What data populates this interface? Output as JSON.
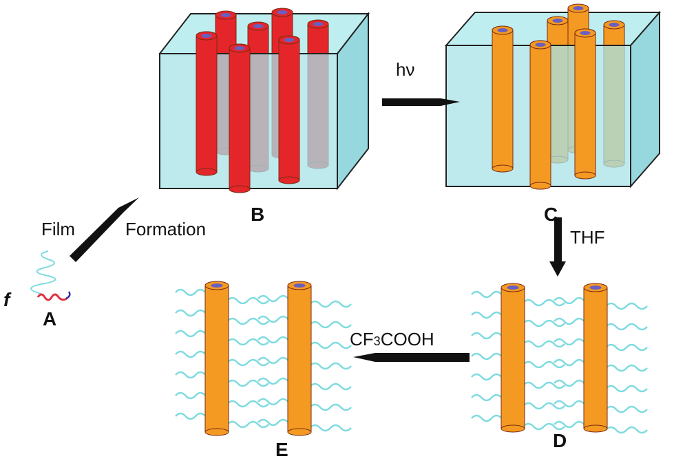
{
  "labels": {
    "A": "A",
    "B": "B",
    "C": "C",
    "D": "D",
    "E": "E",
    "f": "f"
  },
  "arrows": {
    "film": "Film",
    "formation": "Formation",
    "hv": "hν",
    "thf": "THF",
    "acid_pre": "CF",
    "acid_sub": "3",
    "acid_post": "COOH"
  },
  "colors": {
    "red_rod": "#e4262b",
    "orange_rod": "#f49a23",
    "matrix": "#a8e3e8",
    "chain": "#7fdbe0",
    "core": "#6a5fc0"
  }
}
